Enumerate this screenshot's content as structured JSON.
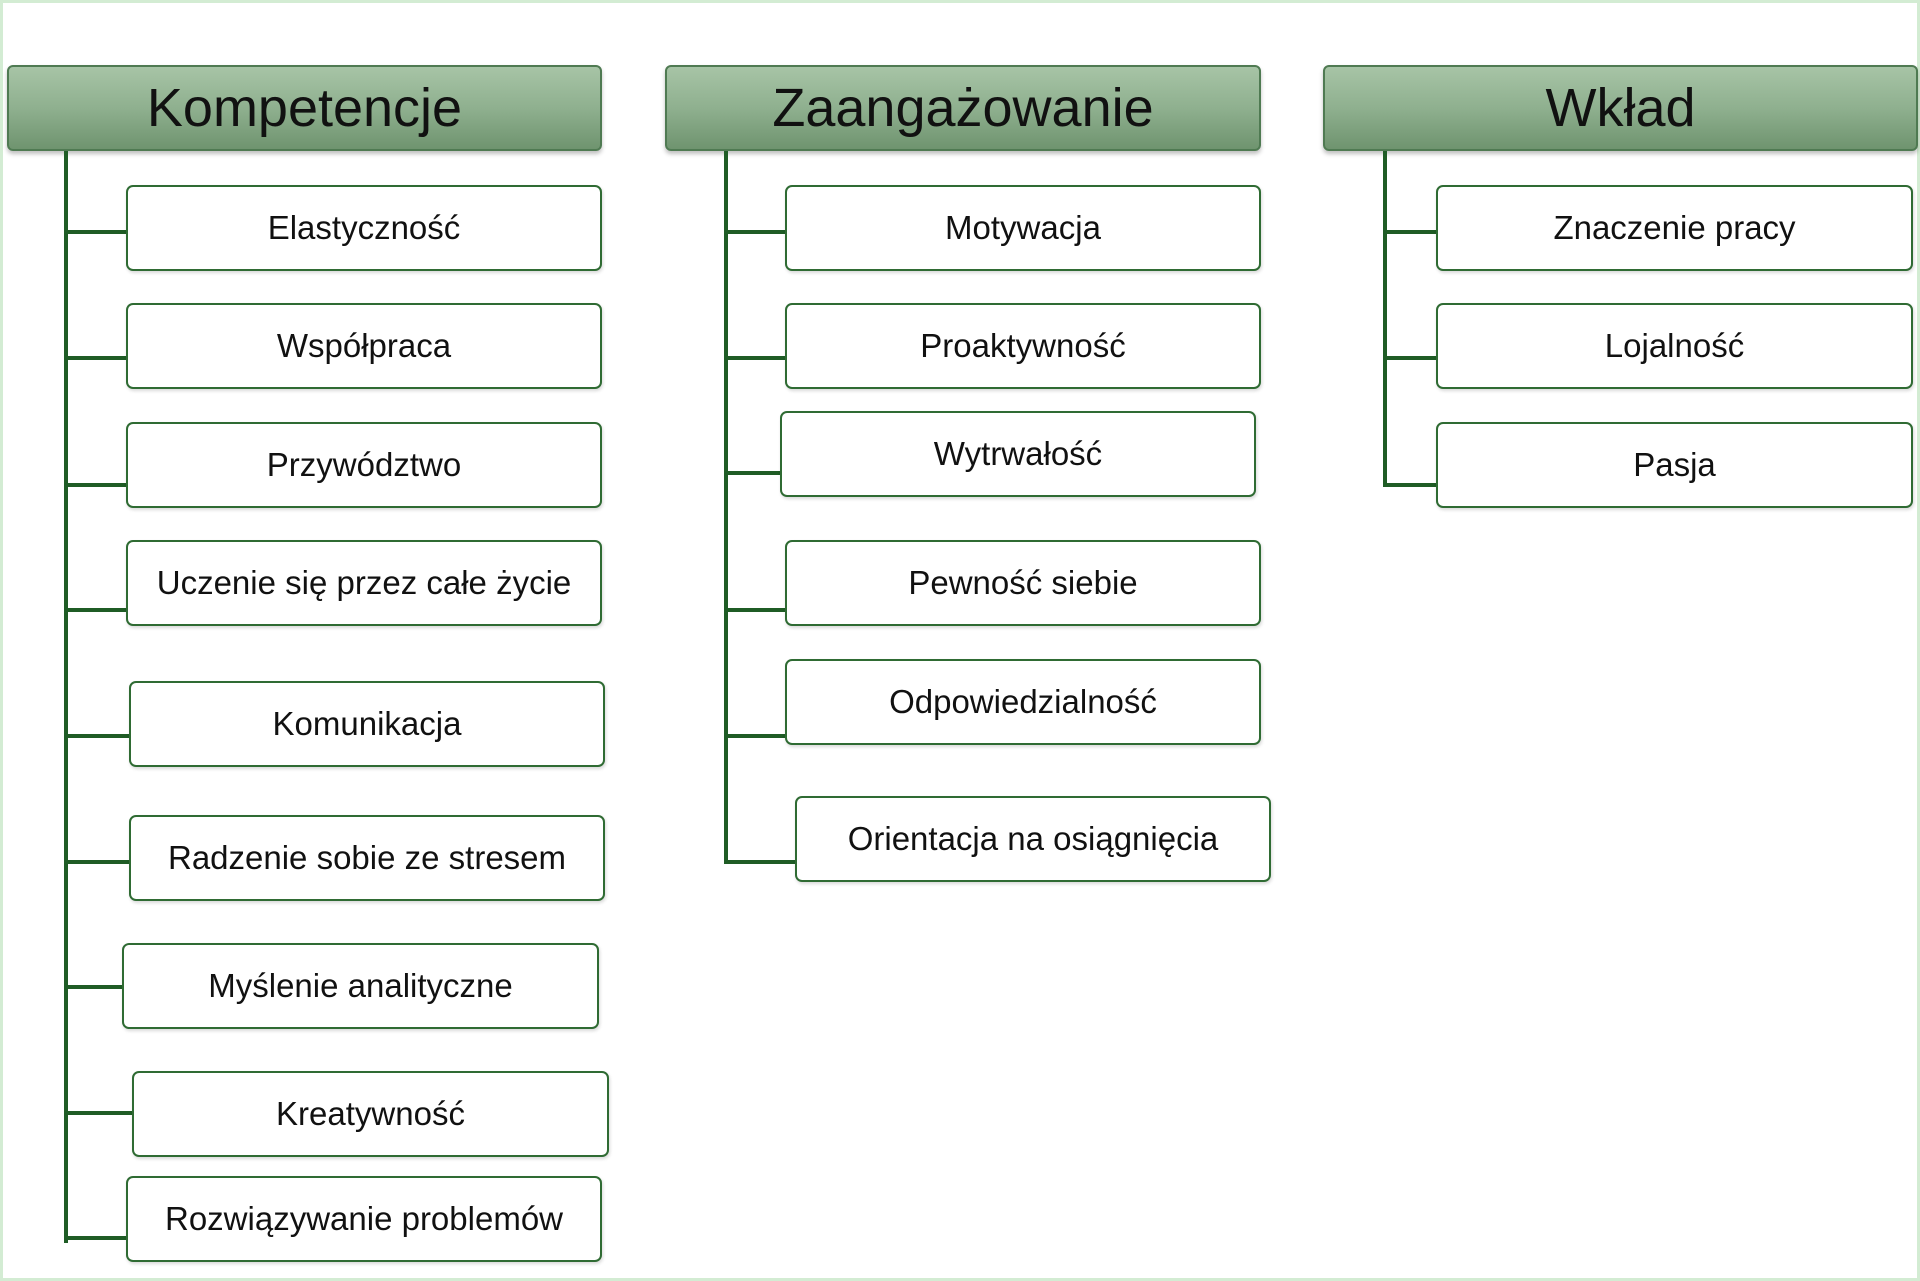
{
  "columns": [
    {
      "header": "Kompetencje",
      "items": [
        "Elastyczność",
        "Współpraca",
        "Przywództwo",
        "Uczenie się przez całe życie",
        "Komunikacja",
        "Radzenie sobie ze stresem",
        "Myślenie analityczne",
        "Kreatywność",
        "Rozwiązywanie problemów"
      ]
    },
    {
      "header": "Zaangażowanie",
      "items": [
        "Motywacja",
        "Proaktywność",
        "Wytrwałość",
        "Pewność siebie",
        "Odpowiedzialność",
        "Orientacja na osiągnięcia"
      ]
    },
    {
      "header": "Wkład",
      "items": [
        "Znaczenie pracy",
        "Lojalność",
        "Pasja"
      ]
    }
  ],
  "colors": {
    "header_fill": "#8fb08f",
    "connector": "#1f5c25",
    "box_border": "#2f6b33"
  }
}
